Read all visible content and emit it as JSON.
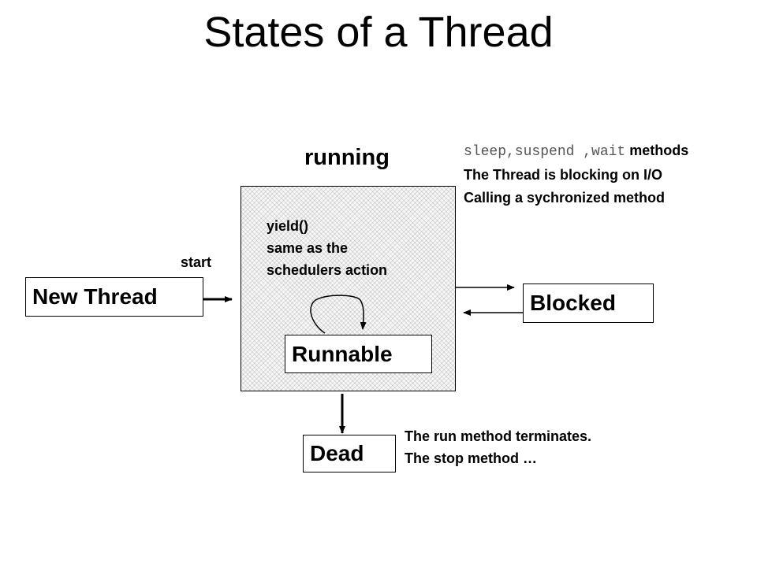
{
  "title": "States of a Thread",
  "running_label": "running",
  "blocked_reasons": {
    "line1_code": "sleep,suspend ,wait",
    "line1_suffix": " methods",
    "line2": "The Thread is blocking on I/O",
    "line3": "Calling a sychronized method"
  },
  "yield_note": {
    "line1": "yield()",
    "line2": "same as the",
    "line3": "schedulers action"
  },
  "start_label": "start",
  "states": {
    "new_thread": "New Thread",
    "blocked": "Blocked",
    "runnable": "Runnable",
    "dead": "Dead"
  },
  "dead_reasons": {
    "line1": "The run method terminates.",
    "line2": "The stop method …"
  },
  "colors": {
    "line": "#000000",
    "code_text": "#555555",
    "running_fill": "#f8f8f8"
  }
}
